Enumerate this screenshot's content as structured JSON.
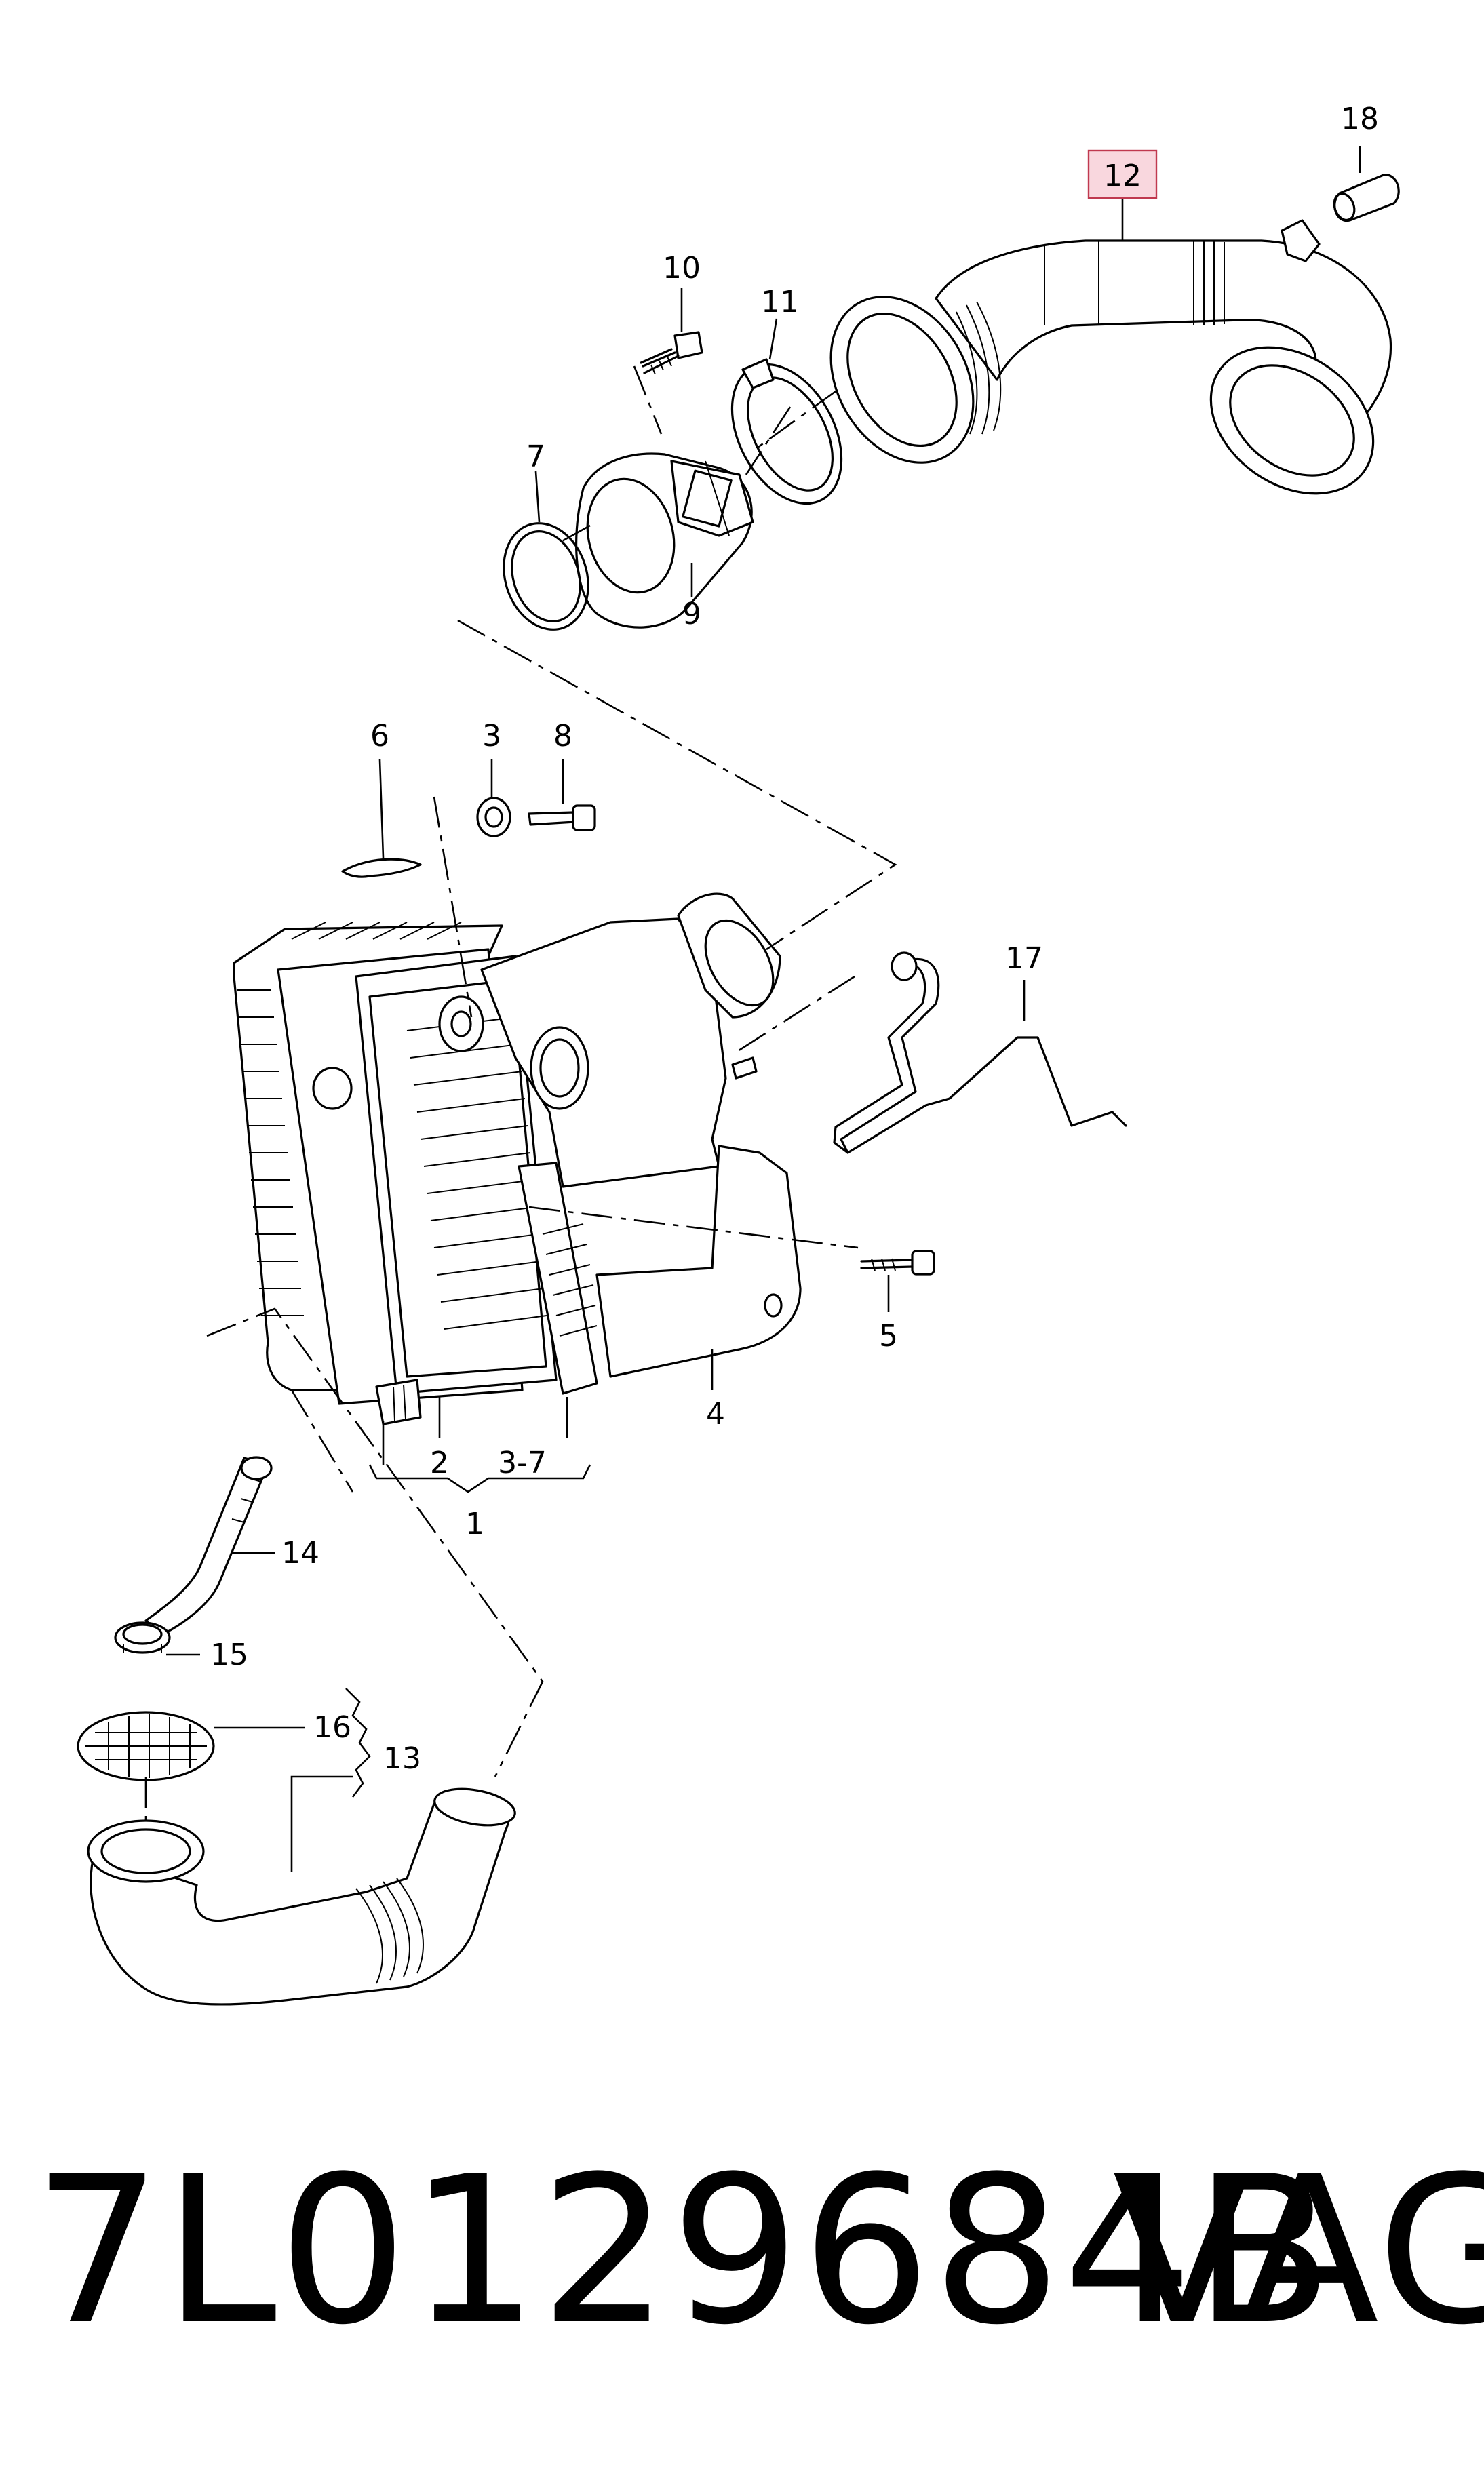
{
  "callouts": {
    "c1": "1",
    "c2": "2",
    "c3": "3",
    "c3_7": "3-7",
    "c4": "4",
    "c5": "5",
    "c6": "6",
    "c7": "7",
    "c8": "8",
    "c9": "9",
    "c10": "10",
    "c11": "11",
    "c12": "12",
    "c13": "13",
    "c14": "14",
    "c15": "15",
    "c16": "16",
    "c17": "17",
    "c18": "18"
  },
  "highlight": {
    "callout": "12",
    "fill": "#f9d7de",
    "border": "#c0394f"
  },
  "footer": {
    "part_number": "7L0129684B",
    "brand": "VAG"
  }
}
